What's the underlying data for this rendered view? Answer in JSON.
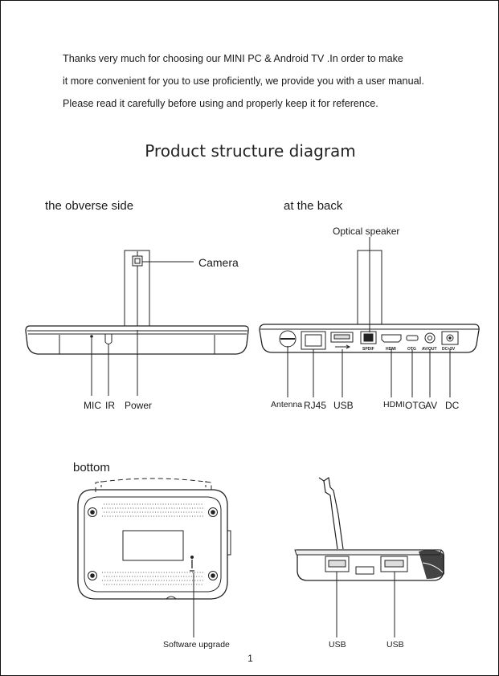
{
  "intro": {
    "line1": "Thanks very much for choosing our MINI PC & Android TV .In order to make",
    "line2": "it more convenient for you to use proficiently, we provide you with a user manual.",
    "line3": "Please read it carefully before using and properly keep it for reference."
  },
  "title": "Product structure diagram",
  "front": {
    "label": "the obverse side",
    "camera": "Camera",
    "mic": "MIC",
    "ir": "IR",
    "power": "Power"
  },
  "back": {
    "label": "at the back",
    "optical": "Optical speaker",
    "antenna": "Antenna",
    "rj45": "RJ45",
    "usb": "USB",
    "hdmi": "HDMI",
    "otg": "OTG",
    "av": "AV",
    "dc": "DC",
    "port_spdif": "SPDIF",
    "port_hdmi": "HDMI",
    "port_otg": "OTG",
    "port_avout": "AV/OUT",
    "port_dc": "DC+5V"
  },
  "bottom": {
    "label": "bottom",
    "software": "Software upgrade"
  },
  "side": {
    "usb1": "USB",
    "usb2": "USB"
  },
  "page_number": "1"
}
